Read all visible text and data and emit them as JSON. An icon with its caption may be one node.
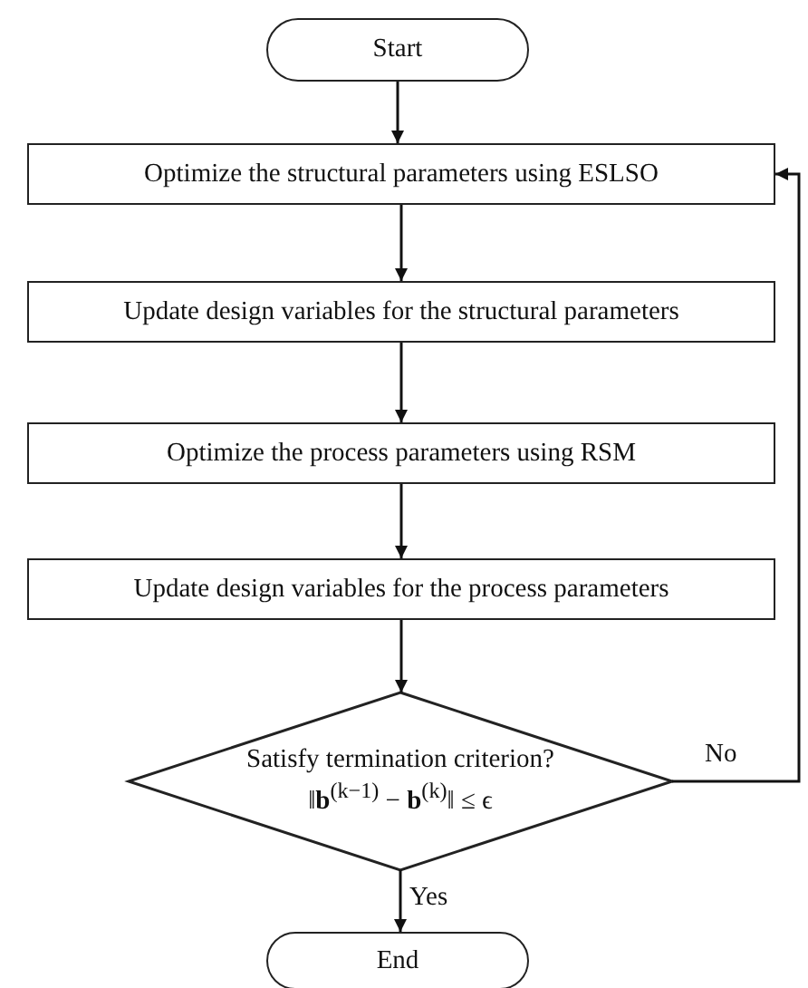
{
  "diagram": {
    "nodes": [
      {
        "text": [
          "Start"
        ]
      },
      {
        "text": [
          "Optimize the structural parameters using ESLSO"
        ]
      },
      {
        "text": [
          "Update design variables for the structural parameters"
        ]
      },
      {
        "text": [
          "Optimize the process parameters using RSM"
        ]
      },
      {
        "text": [
          "Update design variables for the process parameters"
        ]
      },
      {
        "text": [
          "Satisfy termination criterion?",
          "‖**b**$^{(k−1)}$ − **b**$^{(k)}$‖ ≤ ϵ"
        ]
      },
      {
        "text": [
          "End"
        ]
      }
    ],
    "edges": [
      {
        "from": 0,
        "to": 1,
        "arrow": "to"
      },
      {
        "from": 1,
        "to": 2,
        "arrow": "to"
      },
      {
        "from": 2,
        "to": 3,
        "arrow": "to"
      },
      {
        "from": 3,
        "to": 4,
        "arrow": "to"
      },
      {
        "from": 4,
        "to": 5,
        "arrow": "to"
      },
      {
        "from": 5,
        "to": 6,
        "arrow": "to",
        "label": "Yes"
      },
      {
        "from": 5,
        "to": 1,
        "arrow": "to",
        "label": "No"
      }
    ]
  }
}
